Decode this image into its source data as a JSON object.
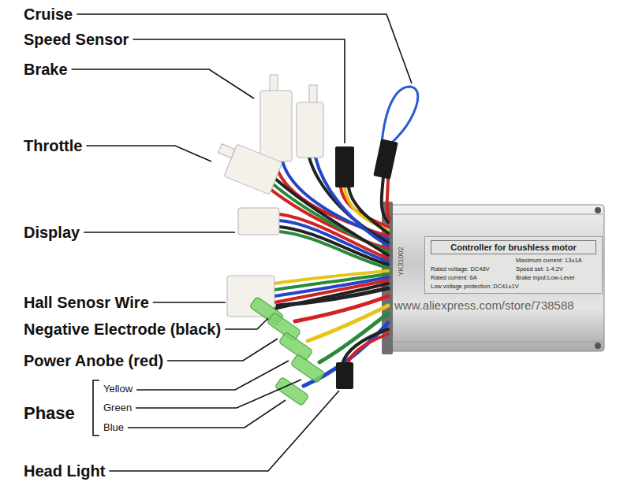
{
  "diagram": {
    "nodes": [
      {
        "text": [
          "Controller for brushless motor",
          "Maximum current: 13±1A",
          "Rated voltage: DC48V",
          "Speed set: 1-4.2V",
          "Rated current: 6A",
          "Brake input:Low-Level",
          "Low voltage protection: DC41±1V"
        ]
      }
    ],
    "labels": [
      "Cruise",
      "Speed Sensor",
      "Brake",
      "Throttle",
      "Display",
      "Hall Senosr Wire",
      "Negative Electrode (black)",
      "Power Anobe (red)",
      "Yellow",
      "Green",
      "Blue",
      "Phase",
      "Head Light",
      "www.aliexpress.com/store/738588",
      "YK31002"
    ]
  }
}
